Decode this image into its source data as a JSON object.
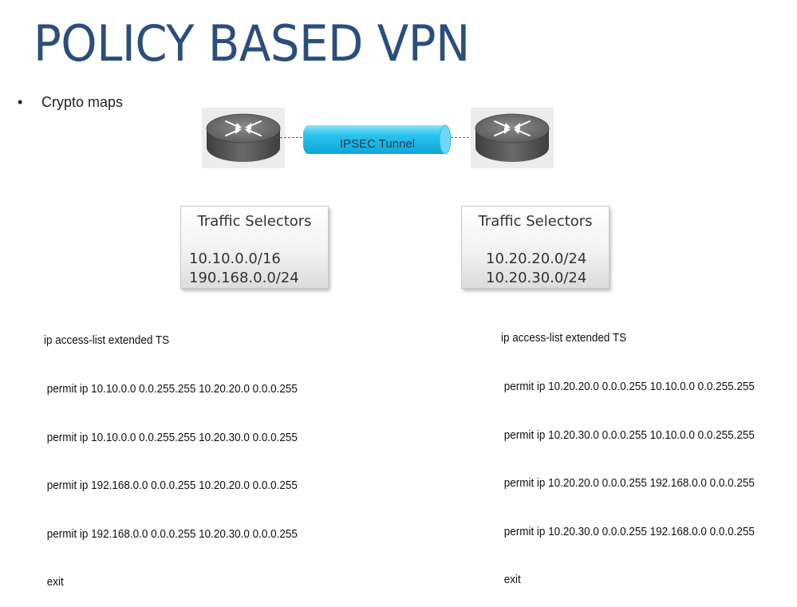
{
  "title": "POLICY BASED VPN",
  "bullet": {
    "marker": "•",
    "text": "Crypto maps"
  },
  "tunnel": {
    "label": "IPSEC Tunnel"
  },
  "routers": [
    {
      "icon": "router-icon"
    },
    {
      "icon": "router-icon"
    }
  ],
  "left": {
    "selectors": {
      "heading": "Traffic Selectors",
      "values": [
        "10.10.0.0/16",
        "190.168.0.0/24"
      ]
    },
    "acl": {
      "header": "ip access-list extended TS",
      "rules": [
        "permit ip 10.10.0.0 0.0.255.255 10.20.20.0 0.0.0.255",
        "permit ip 10.10.0.0 0.0.255.255 10.20.30.0 0.0.0.255",
        "permit ip 192.168.0.0 0.0.0.255 10.20.20.0 0.0.0.255",
        "permit ip 192.168.0.0 0.0.0.255 10.20.30.0 0.0.0.255"
      ],
      "footer": "exit"
    }
  },
  "right": {
    "selectors": {
      "heading": "Traffic Selectors",
      "values": [
        "10.20.20.0/24",
        "10.20.30.0/24"
      ]
    },
    "acl": {
      "header": "ip access-list extended TS",
      "rules": [
        "permit ip 10.20.20.0 0.0.0.255 10.10.0.0 0.0.255.255",
        "permit ip 10.20.30.0 0.0.0.255 10.10.0.0 0.0.255.255",
        "permit ip 10.20.20.0 0.0.0.255 192.168.0.0 0.0.0.255",
        "permit ip 10.20.30.0 0.0.0.255 192.168.0.0 0.0.0.255"
      ],
      "footer": "exit"
    }
  },
  "colors": {
    "title": "#2a4e7d",
    "tunnel": "#29c3ee",
    "tunnel_line": "#3a67a8",
    "router_body": "#5a5a5a"
  }
}
